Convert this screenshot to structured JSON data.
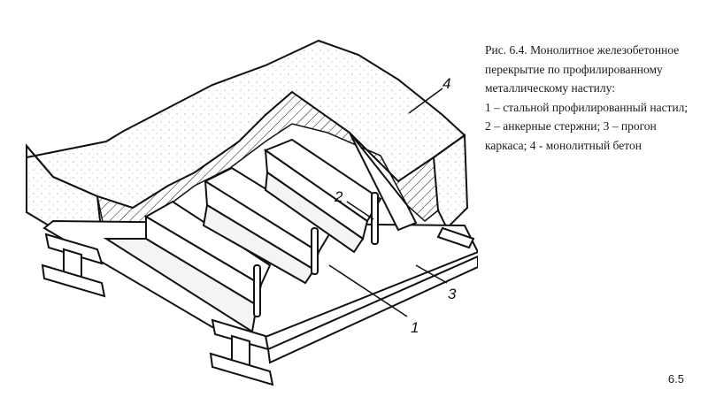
{
  "caption": {
    "title": "Рис. 6.4. Монолитное железобетонное перекрытие по профилированному металлическому настилу:",
    "legend": "1 – стальной профилированный настил; 2 – анкерные стержни; 3 – прогон каркаса; 4 - монолитный бетон"
  },
  "figure": {
    "callouts": [
      {
        "id": "1",
        "text": "1"
      },
      {
        "id": "2",
        "text": "2"
      },
      {
        "id": "3",
        "text": "3"
      },
      {
        "id": "4",
        "text": "4"
      }
    ]
  },
  "slide": {
    "page_number": "6.5"
  },
  "colors": {
    "ink": "#111111",
    "background": "#ffffff"
  }
}
